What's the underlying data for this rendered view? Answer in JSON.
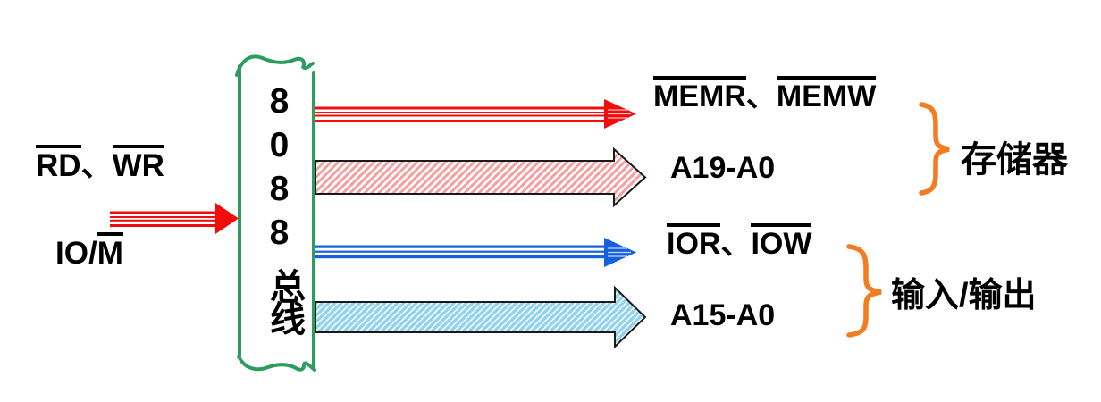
{
  "cpu": {
    "chip": "8088",
    "bus_label": "总线"
  },
  "inputs": {
    "rd": "RD",
    "wr": "WR",
    "separator": "、",
    "io_prefix": "IO/",
    "m": "M"
  },
  "memory_signals": {
    "memr": "MEMR",
    "separator": "、",
    "memw": "MEMW",
    "address": "A19-A0",
    "group": "存储器"
  },
  "io_signals": {
    "ior": "IOR",
    "separator": "、",
    "iow": "IOW",
    "address": "A15-A0",
    "group": "输入/输出"
  },
  "colors": {
    "control_red": "#F20D0D",
    "io_blue": "#1660E0",
    "memory_address_pink": "#F5A0A0",
    "io_address_cyan": "#8FD3F0",
    "bus_box_green": "#2E9C5F",
    "brace_orange": "#F47C20"
  }
}
